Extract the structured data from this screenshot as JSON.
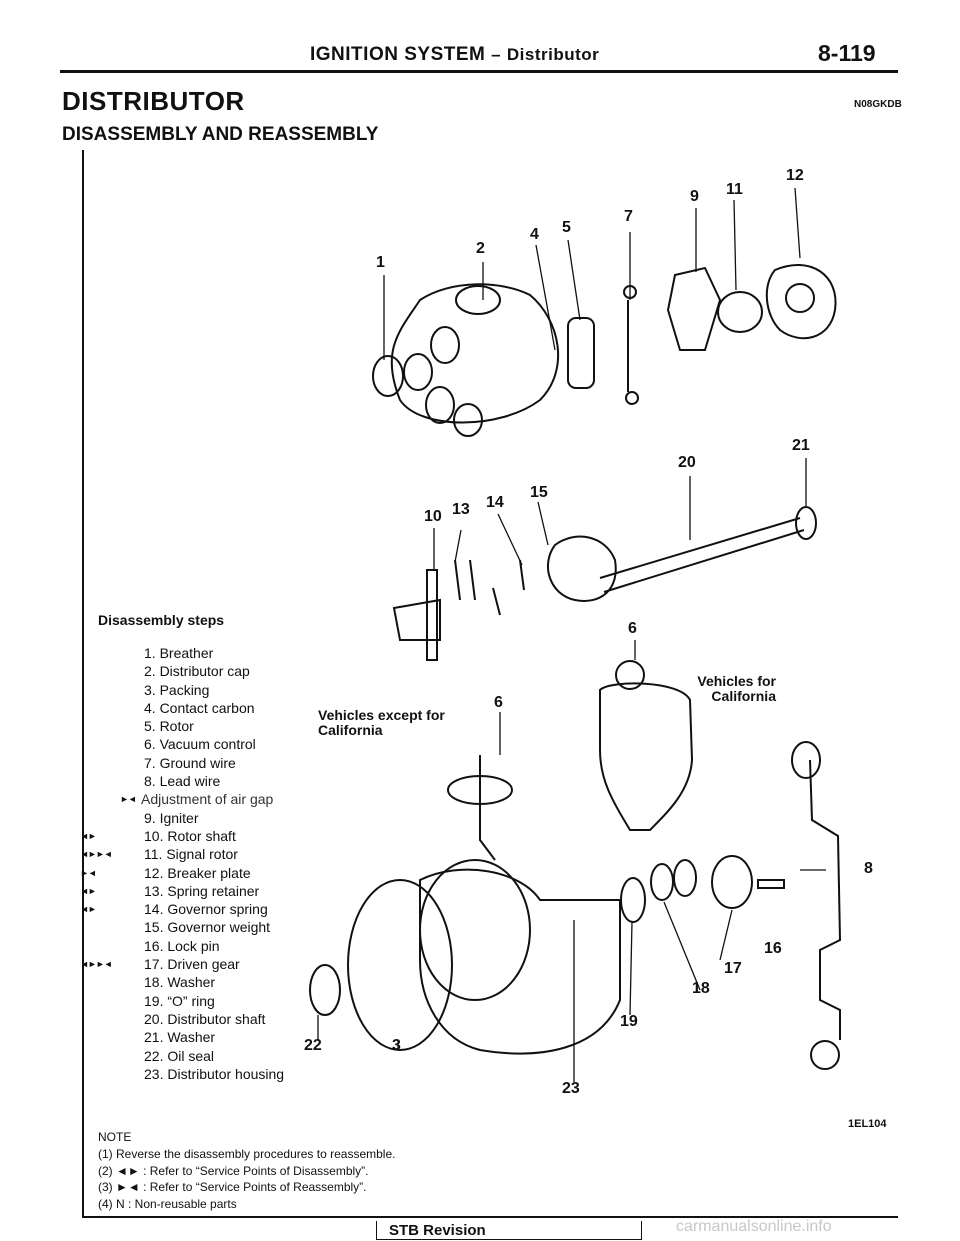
{
  "header": {
    "title": "IGNITION SYSTEM",
    "separator": "–",
    "subtitle": "Distributor",
    "page_number": "8-119"
  },
  "section_title": "DISTRIBUTOR",
  "section_code": "N08GKDB",
  "subsection_title": "DISASSEMBLY AND REASSEMBLY",
  "steps_title": "Disassembly steps",
  "steps": [
    {
      "marks": "",
      "text": "1. Breather"
    },
    {
      "marks": "",
      "text": "2. Distributor cap"
    },
    {
      "marks": "",
      "text": "3. Packing"
    },
    {
      "marks": "",
      "text": "4. Contact carbon"
    },
    {
      "marks": "",
      "text": "5. Rotor"
    },
    {
      "marks": "",
      "text": "6. Vacuum control"
    },
    {
      "marks": "",
      "text": "7. Ground wire"
    },
    {
      "marks": "",
      "text": "8. Lead wire"
    },
    {
      "marks": "►◄",
      "text": "Adjustment of air gap",
      "note": true
    },
    {
      "marks": "",
      "text": "9. Igniter"
    },
    {
      "marks": "◄►",
      "text": "10. Rotor shaft"
    },
    {
      "marks": "◄►►◄",
      "text": "11. Signal rotor"
    },
    {
      "marks": "►◄",
      "text": "12. Breaker plate"
    },
    {
      "marks": "◄►",
      "text": "13. Spring retainer"
    },
    {
      "marks": "◄►",
      "text": "14. Governor spring"
    },
    {
      "marks": "",
      "text": "15. Governor weight"
    },
    {
      "marks": "",
      "text": "16. Lock pin"
    },
    {
      "marks": "◄►►◄",
      "text": "17. Driven gear"
    },
    {
      "marks": "",
      "text": "18. Washer"
    },
    {
      "marks": "",
      "text": "19. “O” ring"
    },
    {
      "marks": "",
      "text": "20. Distributor shaft"
    },
    {
      "marks": "",
      "text": "21. Washer"
    },
    {
      "marks": "",
      "text": "22. Oil seal"
    },
    {
      "marks": "",
      "text": "23. Distributor housing"
    }
  ],
  "figure": {
    "code": "1EL104",
    "callouts": [
      "1",
      "2",
      "3",
      "4",
      "5",
      "6",
      "6",
      "7",
      "8",
      "9",
      "10",
      "11",
      "12",
      "13",
      "14",
      "15",
      "16",
      "17",
      "18",
      "19",
      "20",
      "21",
      "22",
      "23"
    ],
    "caption_except": "Vehicles except for California",
    "caption_california": "Vehicles for California"
  },
  "note": {
    "title": "NOTE",
    "items": [
      "(1)  Reverse the disassembly procedures to reassemble.",
      "(2)  ◄► : Refer to “Service Points of Disassembly”.",
      "(3)  ►◄ : Refer to “Service Points of Reassembly”.",
      "(4)  N : Non-reusable parts"
    ]
  },
  "footer": {
    "revision": "STB Revision",
    "watermark": "carmanualsonline.info"
  }
}
